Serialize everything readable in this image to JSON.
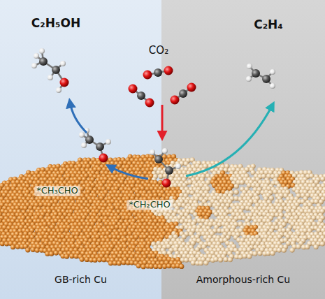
{
  "diagram": {
    "nodes": [
      {
        "text": [
          "GB-rich Cu"
        ]
      },
      {
        "text": [
          "Amorphous-rich Cu"
        ]
      }
    ],
    "labels": [
      "C₂H₅OH",
      "CO₂",
      "C₂H₄",
      "*CH₃CHO",
      "*CH₂CHO"
    ]
  }
}
